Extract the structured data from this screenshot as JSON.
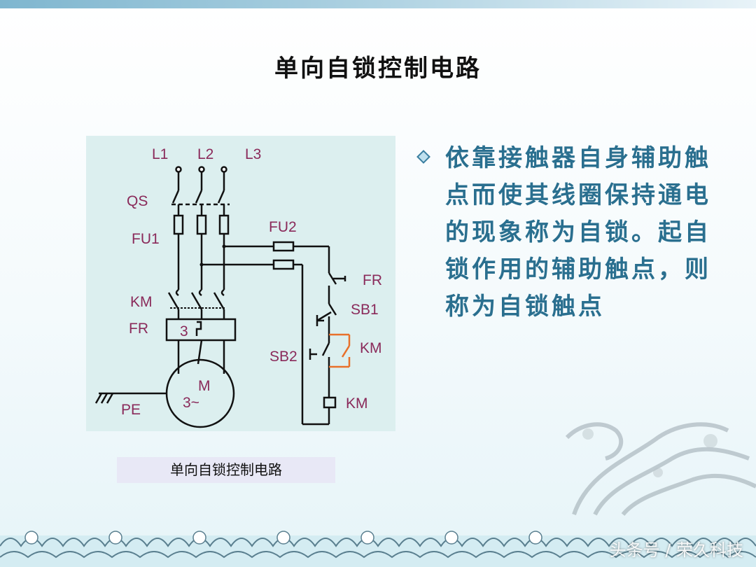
{
  "slide": {
    "title": "单向自锁控制电路",
    "caption": "单向自锁控制电路",
    "bullet_text": "依靠接触器自身辅助触点而使其线圈保持通电的现象称为自锁。起自锁作用的辅助触点，则称为自锁触点",
    "watermark": "头条号 / 荣久科技"
  },
  "circuit": {
    "phase_labels": [
      "L1",
      "L2",
      "L3"
    ],
    "qs": "QS",
    "fu1": "FU1",
    "fu2": "FU2",
    "km_main": "KM",
    "fr_main": "FR",
    "fr_heater_number": "3",
    "motor_m": "M",
    "motor_phase": "3~",
    "pe": "PE",
    "fr_ctrl": "FR",
    "sb1": "SB1",
    "sb2": "SB2",
    "km_aux": "KM",
    "km_coil": "KM"
  },
  "colors": {
    "title": "#111111",
    "bullet_text": "#2a6f8f",
    "label": "#8a2a5a",
    "panel_bg": "#dcefef",
    "highlight_contact": "#e8702a"
  }
}
